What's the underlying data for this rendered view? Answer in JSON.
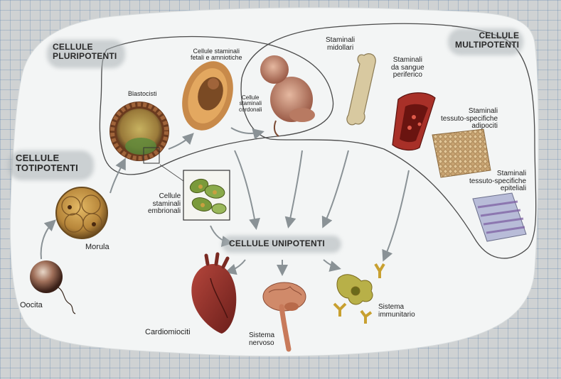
{
  "categories": {
    "pluripotenti": "CELLULE\nPLURIPOTENTI",
    "multipotenti": "CELLULE\nMULTIPOTENTI",
    "totipotenti": "CELLULE\nTOTIPOTENTI",
    "unipotenti": "CELLULE UNIPOTENTI"
  },
  "labels": {
    "blastocisti": "Blastocisti",
    "fetali": "Cellule staminali\nfetali e amniotiche",
    "cordonali": "Cellule\nstaminali\ncordonali",
    "midollari": "Staminali\nmidollari",
    "sangue": "Staminali\nda sangue\nperiferico",
    "adipociti": "Staminali\ntessuto-specifiche\nadipociti",
    "epiteliali": "Staminali\ntessuto-specifiche\nepiteliali",
    "embrionali": "Cellule\nstaminali\nembrionali",
    "morula": "Morula",
    "oocita": "Oocita",
    "cardiomiociti": "Cardiomiociti",
    "nervoso": "Sistema\nnervoso",
    "immunitario": "Sistema\nimmunitario"
  },
  "icons": [
    "blastocyst-icon",
    "fetus-in-womb-icon",
    "fetus-icon",
    "bone-icon",
    "blood-vessel-icon",
    "adipose-tissue-icon",
    "epithelial-tissue-icon",
    "embryonic-cells-icon",
    "morula-icon",
    "oocyte-icon",
    "heart-icon",
    "brain-icon",
    "immune-cells-icon"
  ],
  "colors": {
    "paper": "#f2f4f4",
    "grid": "#6e8fb5",
    "outline": "#4a4a4a",
    "arrow": "#8a9296"
  }
}
